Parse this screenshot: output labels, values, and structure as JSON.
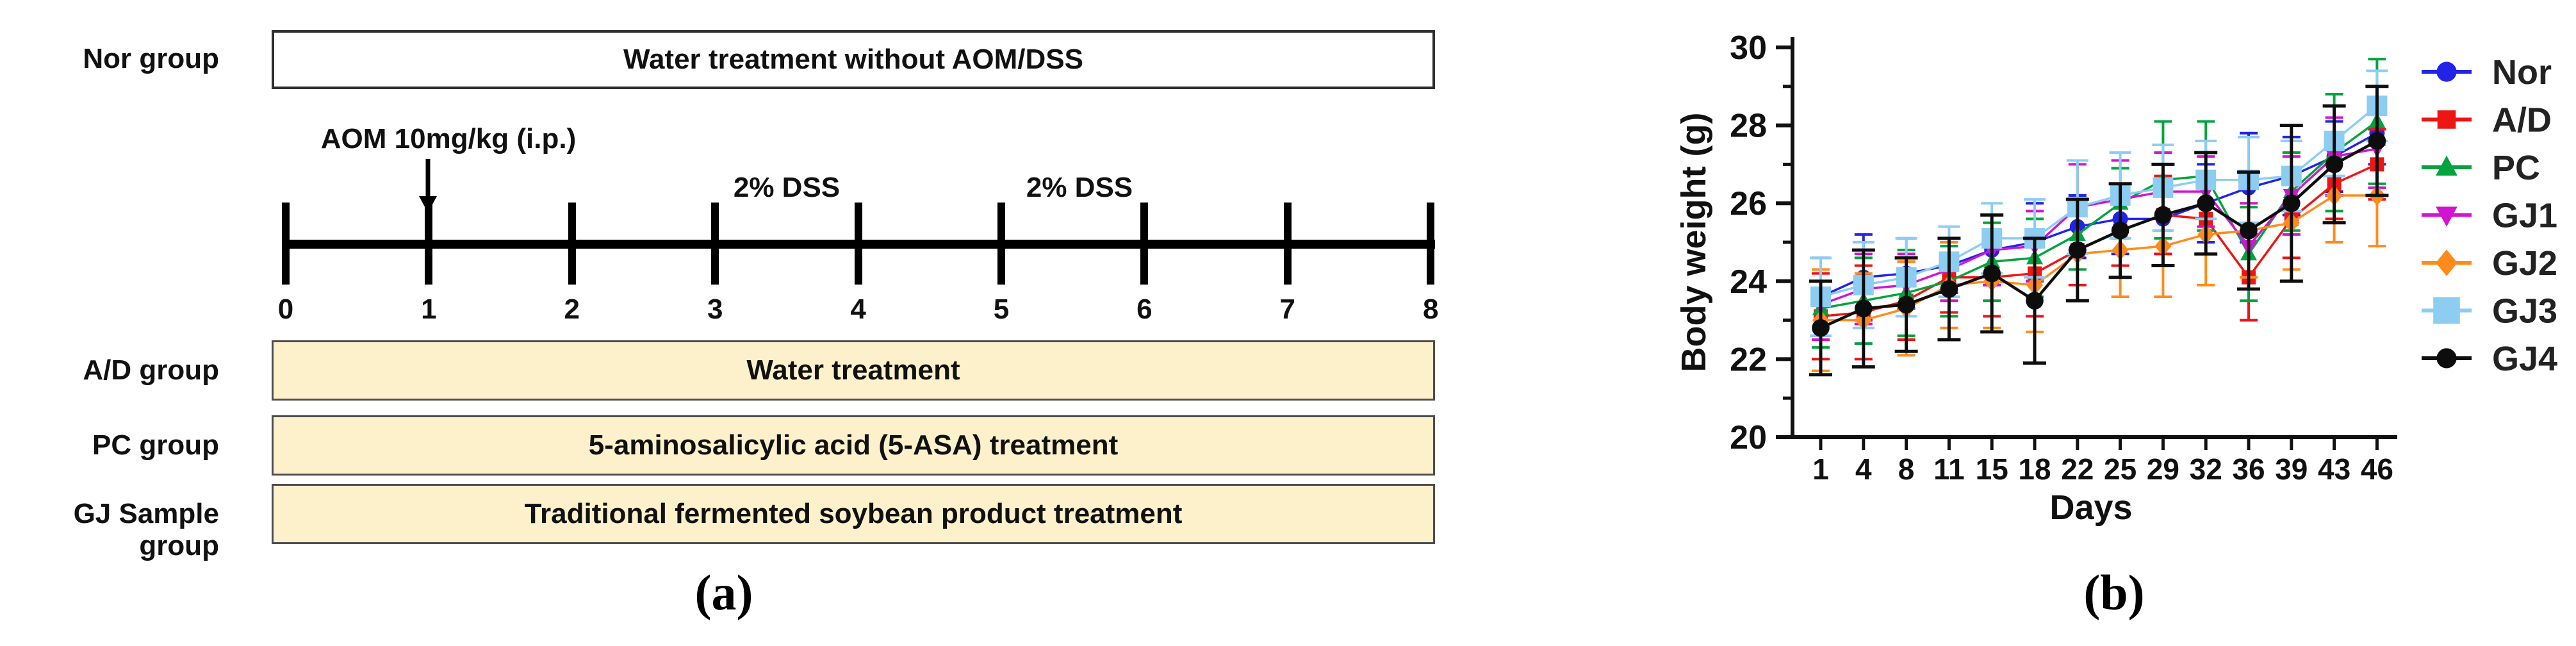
{
  "panel_a": {
    "caption": "(a)",
    "rows": [
      {
        "label": "Nor group",
        "box_text": "Water treatment without AOM/DSS",
        "fill": "#ffffff"
      },
      {
        "label": "A/D group",
        "box_text": "Water treatment",
        "fill": "#fdf1cc"
      },
      {
        "label": "PC group",
        "box_text": "5-aminosalicylic acid (5-ASA) treatment",
        "fill": "#fdf1cc"
      },
      {
        "label": "GJ Sample group",
        "box_text": "Traditional fermented soybean product treatment",
        "fill": "#fdf1cc"
      }
    ],
    "aom_label": "AOM 10mg/kg (i.p.)",
    "dss_labels": [
      "2% DSS",
      "2% DSS"
    ],
    "timeline_ticks": [
      "0",
      "1",
      "2",
      "3",
      "4",
      "5",
      "6",
      "7",
      "8"
    ]
  },
  "panel_b": {
    "caption": "(b)"
  },
  "chart_data": {
    "type": "line",
    "title": "",
    "xlabel": "Days",
    "ylabel": "Body weight (g)",
    "x_categories": [
      1,
      4,
      8,
      11,
      15,
      18,
      22,
      25,
      29,
      32,
      36,
      39,
      43,
      46
    ],
    "ylim": [
      20,
      30
    ],
    "yticks": [
      20,
      22,
      24,
      26,
      28,
      30
    ],
    "yticks_minor": [
      21,
      23,
      25,
      27,
      29
    ],
    "grid": false,
    "legend_position": "right",
    "error_bars": true,
    "series": [
      {
        "name": "Nor",
        "color": "#2323e8",
        "marker": "circle",
        "values": [
          23.6,
          24.1,
          24.2,
          24.4,
          24.8,
          25.0,
          25.4,
          25.6,
          25.6,
          26.0,
          26.4,
          26.7,
          27.2,
          27.8
        ],
        "errors": [
          1.0,
          1.1,
          0.9,
          0.7,
          0.9,
          1.0,
          0.8,
          0.9,
          0.9,
          1.0,
          1.4,
          1.0,
          0.9,
          0.8
        ]
      },
      {
        "name": "A/D",
        "color": "#ee1515",
        "marker": "square",
        "values": [
          23.1,
          23.2,
          23.5,
          24.1,
          24.1,
          24.2,
          24.8,
          25.3,
          25.7,
          25.6,
          24.1,
          25.6,
          26.5,
          27.0
        ],
        "errors": [
          1.1,
          1.2,
          1.0,
          0.9,
          1.0,
          1.1,
          0.9,
          0.9,
          1.0,
          0.9,
          1.1,
          1.0,
          0.9,
          0.9
        ]
      },
      {
        "name": "PC",
        "color": "#00a33e",
        "marker": "triangle-up",
        "values": [
          23.3,
          23.5,
          23.7,
          24.0,
          24.5,
          24.6,
          25.2,
          26.0,
          26.6,
          26.7,
          24.7,
          26.3,
          27.3,
          28.1
        ],
        "errors": [
          1.0,
          1.1,
          1.1,
          0.9,
          1.0,
          1.0,
          0.9,
          0.9,
          1.5,
          1.4,
          1.2,
          1.0,
          1.5,
          1.6
        ]
      },
      {
        "name": "GJ1",
        "color": "#d214d2",
        "marker": "triangle-down",
        "values": [
          23.4,
          23.8,
          23.9,
          24.3,
          24.8,
          24.9,
          25.9,
          26.1,
          26.3,
          26.3,
          24.9,
          26.2,
          27.2,
          27.4
        ],
        "errors": [
          0.9,
          0.9,
          0.8,
          0.8,
          0.9,
          0.9,
          1.1,
          1.0,
          1.0,
          0.9,
          1.1,
          1.0,
          1.0,
          1.0
        ]
      },
      {
        "name": "GJ2",
        "color": "#ff8c1a",
        "marker": "diamond",
        "values": [
          23.0,
          23.0,
          23.3,
          23.9,
          24.0,
          23.9,
          24.7,
          24.8,
          24.9,
          25.2,
          25.3,
          25.5,
          26.2,
          26.2
        ],
        "errors": [
          1.3,
          1.2,
          1.2,
          1.1,
          1.2,
          1.2,
          1.2,
          1.2,
          1.3,
          1.3,
          1.2,
          1.2,
          1.2,
          1.3
        ]
      },
      {
        "name": "GJ3",
        "color": "#8dcdf2",
        "marker": "square-large",
        "values": [
          23.6,
          23.9,
          24.1,
          24.5,
          25.1,
          25.1,
          25.9,
          26.2,
          26.4,
          26.6,
          26.6,
          26.7,
          27.6,
          28.5
        ],
        "errors": [
          1.0,
          1.1,
          1.0,
          0.9,
          0.9,
          1.0,
          1.2,
          1.1,
          1.1,
          1.0,
          1.1,
          0.9,
          0.9,
          0.9
        ]
      },
      {
        "name": "GJ4",
        "color": "#0d0d0d",
        "marker": "circle",
        "values": [
          22.8,
          23.3,
          23.4,
          23.8,
          24.2,
          23.5,
          24.8,
          25.3,
          25.7,
          26.0,
          25.3,
          26.0,
          27.0,
          27.6
        ],
        "errors": [
          1.2,
          1.5,
          1.2,
          1.3,
          1.5,
          1.6,
          1.3,
          1.2,
          1.3,
          1.3,
          1.5,
          2.0,
          1.5,
          1.4
        ]
      }
    ]
  }
}
